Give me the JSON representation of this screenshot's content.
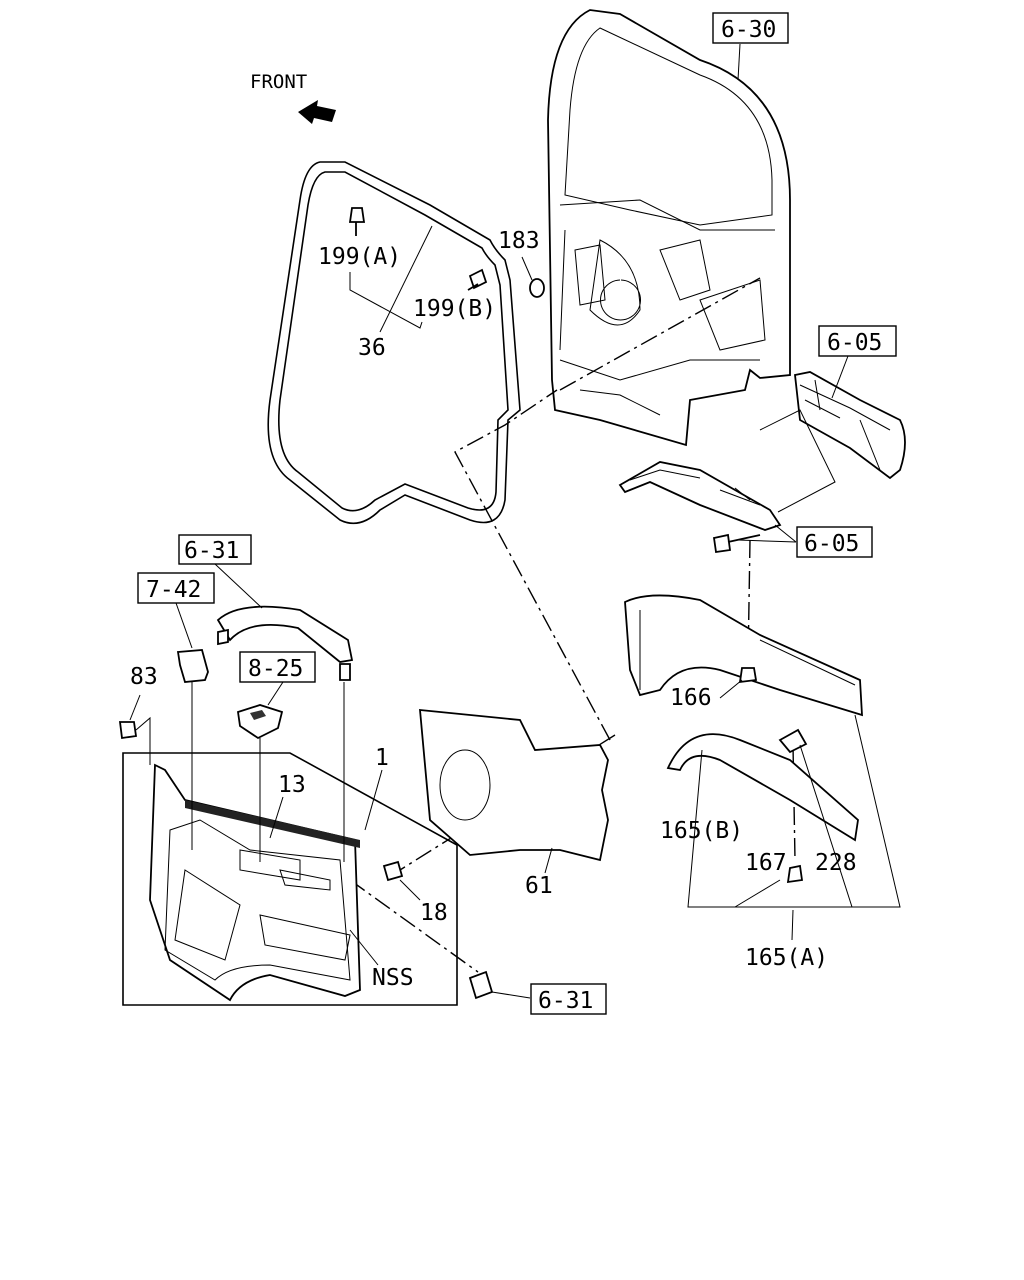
{
  "front_label": "FRONT",
  "refs": {
    "r630": "6-30",
    "r605a": "6-05",
    "r605b": "6-05",
    "r631a": "6-31",
    "r742": "7-42",
    "r825": "8-25",
    "r631b": "6-31"
  },
  "parts": {
    "p183": "183",
    "p199a": "199(A)",
    "p199b": "199(B)",
    "p36": "36",
    "p83": "83",
    "p1": "1",
    "p13": "13",
    "p61": "61",
    "p18": "18",
    "pNSS": "NSS",
    "p166": "166",
    "p165b": "165(B)",
    "p167": "167",
    "p228": "228",
    "p165a": "165(A)"
  }
}
